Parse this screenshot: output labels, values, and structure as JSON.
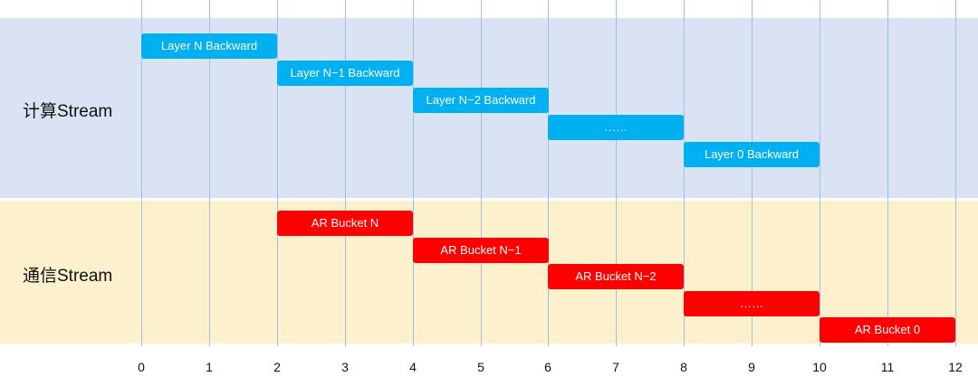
{
  "lanes": {
    "compute": {
      "label": "计算Stream"
    },
    "comm": {
      "label": "通信Stream"
    }
  },
  "axis": {
    "ticks": [
      "0",
      "1",
      "2",
      "3",
      "4",
      "5",
      "6",
      "7",
      "8",
      "9",
      "10",
      "11",
      "12"
    ]
  },
  "colors": {
    "compute_block": "#00b0f0",
    "comm_block": "#ff0000"
  },
  "compute_blocks": [
    {
      "label": "Layer N Backward",
      "start": 0,
      "end": 2
    },
    {
      "label": "Layer N−1 Backward",
      "start": 2,
      "end": 4
    },
    {
      "label": "Layer N−2 Backward",
      "start": 4,
      "end": 6
    },
    {
      "label": "……",
      "start": 6,
      "end": 8
    },
    {
      "label": "Layer 0 Backward",
      "start": 8,
      "end": 10
    }
  ],
  "comm_blocks": [
    {
      "label": "AR Bucket N",
      "start": 2,
      "end": 4
    },
    {
      "label": "AR Bucket N−1",
      "start": 4,
      "end": 6
    },
    {
      "label": "AR Bucket N−2",
      "start": 6,
      "end": 8
    },
    {
      "label": "……",
      "start": 8,
      "end": 10
    },
    {
      "label": "AR Bucket 0",
      "start": 10,
      "end": 12
    }
  ]
}
